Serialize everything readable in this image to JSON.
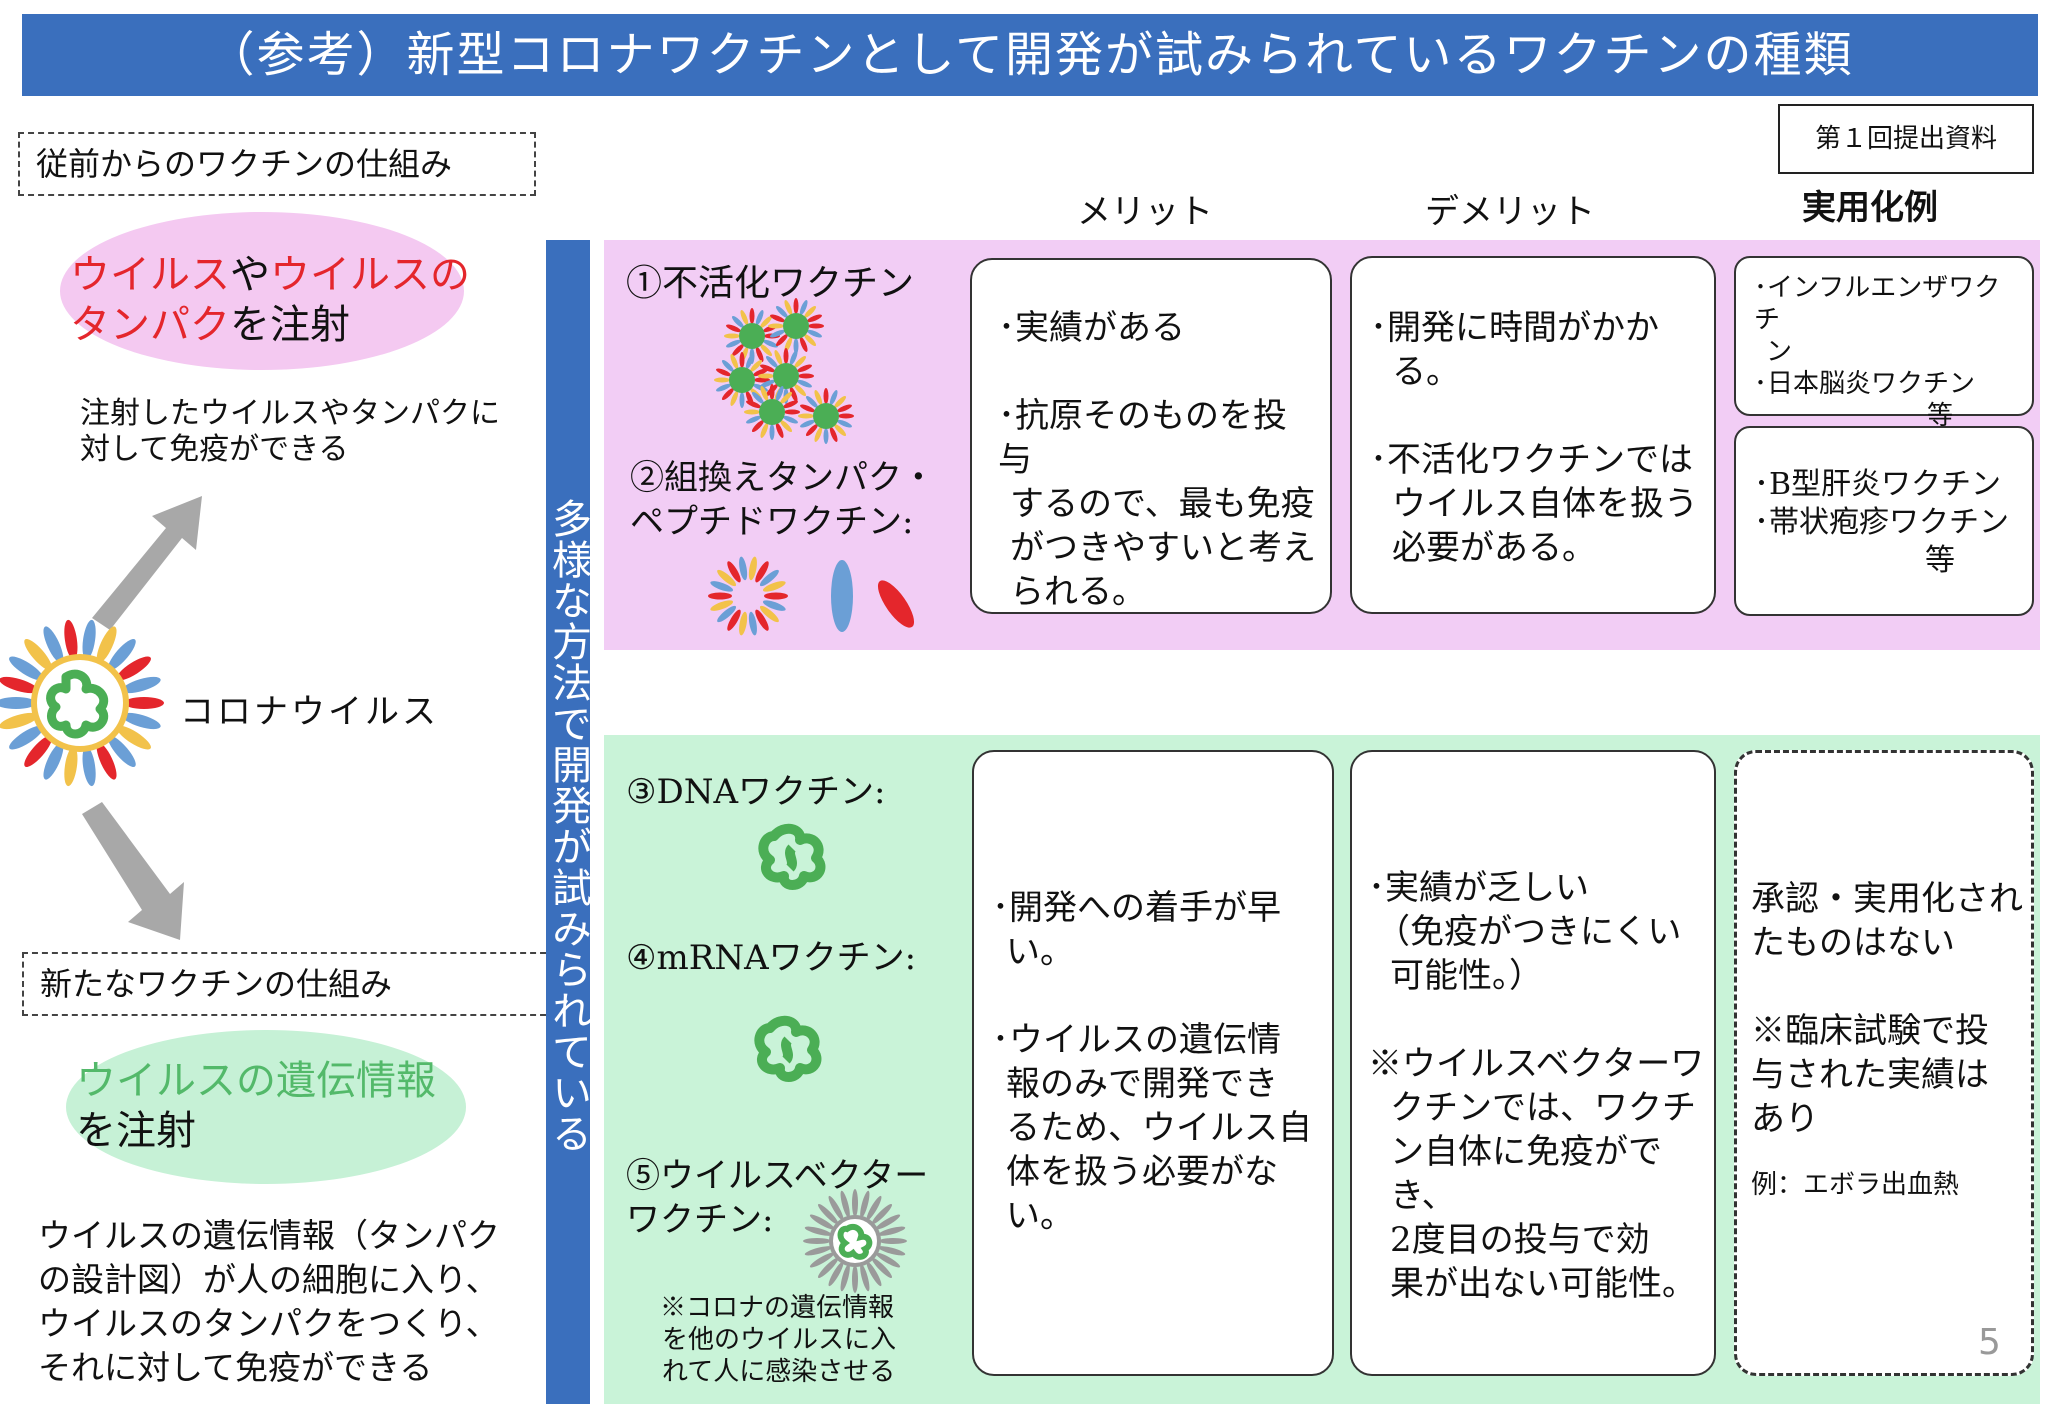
{
  "title": "（参考）新型コロナワクチンとして開発が試みられているワクチンの種類",
  "submission_label": "第１回提出資料",
  "left": {
    "conventional_label": "従前からのワクチンの仕組み",
    "conventional_inject": {
      "part1": "ウイルス",
      "part2": "や",
      "part3": "ウイルスの",
      "part4": "タンパク",
      "part5": "を注射"
    },
    "conventional_desc": [
      "注射したウイルスやタンパクに",
      "対して免疫ができる"
    ],
    "virus_label": "コロナウイルス",
    "new_label": "新たなワクチンの仕組み",
    "new_inject": {
      "part1": "ウイルスの遺伝情報",
      "part2": "を注射"
    },
    "new_desc": [
      "ウイルスの遺伝情報（タンパク",
      "の設計図）が人の細胞に入り、",
      "ウイルスのタンパクをつくり、",
      "それに対して免疫ができる"
    ]
  },
  "vertical_label": "多様な方法で開発が試みられている",
  "headers": {
    "merit": "メリット",
    "demerit": "デメリット",
    "examples": "実用化例"
  },
  "pink_group": {
    "type1": "①不活化ワクチン",
    "type2_line1": "②組換えタンパク・",
    "type2_line2": "ペプチドワクチン:",
    "merit": [
      "･実績がある",
      "",
      "･抗原そのものを投与",
      "するので、最も免疫",
      "がつきやすいと考え",
      "られる。"
    ],
    "demerit": [
      "･開発に時間がかか",
      "る。",
      "",
      "･不活化ワクチンでは",
      "ウイルス自体を扱う",
      "必要がある。"
    ],
    "example1": [
      "･インフルエンザワクチ",
      "ン",
      "･日本脳炎ワクチン",
      "等"
    ],
    "example2": [
      "･B型肝炎ワクチン",
      "･帯状疱疹ワクチン",
      "等"
    ]
  },
  "green_group": {
    "type3": "③DNAワクチン:",
    "type4": "④mRNAワクチン:",
    "type5_line1": "⑤ウイルスベクター",
    "type5_line2": "ワクチン:",
    "type5_note": [
      "※コロナの遺伝情報",
      "を他のウイルスに入",
      "れて人に感染させる"
    ],
    "merit": [
      "･開発への着手が早",
      "い。",
      "",
      "･ウイルスの遺伝情",
      "報のみで開発でき",
      "るため、ウイルス自",
      "体を扱う必要がな",
      "い。"
    ],
    "demerit": [
      "･実績が乏しい",
      "（免疫がつきにくい",
      "可能性。）",
      "",
      "※ウイルスベクターワ",
      "クチンでは、ワクチ",
      "ン自体に免疫ができ、",
      "2度目の投与で効",
      "果が出ない可能性。"
    ],
    "example": [
      "承認・実用化され",
      "たものはない",
      "",
      "※臨床試験で投",
      "与された実績は",
      "あり"
    ],
    "example_note": "例：エボラ出血熱"
  },
  "page_number": "5",
  "colors": {
    "header_blue": "#3a6fbd",
    "pink_band": "#f2cdf5",
    "green_band": "#c9f3d8",
    "red_text": "#e4262c",
    "green_text": "#53b96a",
    "virus_green": "#4bae55"
  }
}
